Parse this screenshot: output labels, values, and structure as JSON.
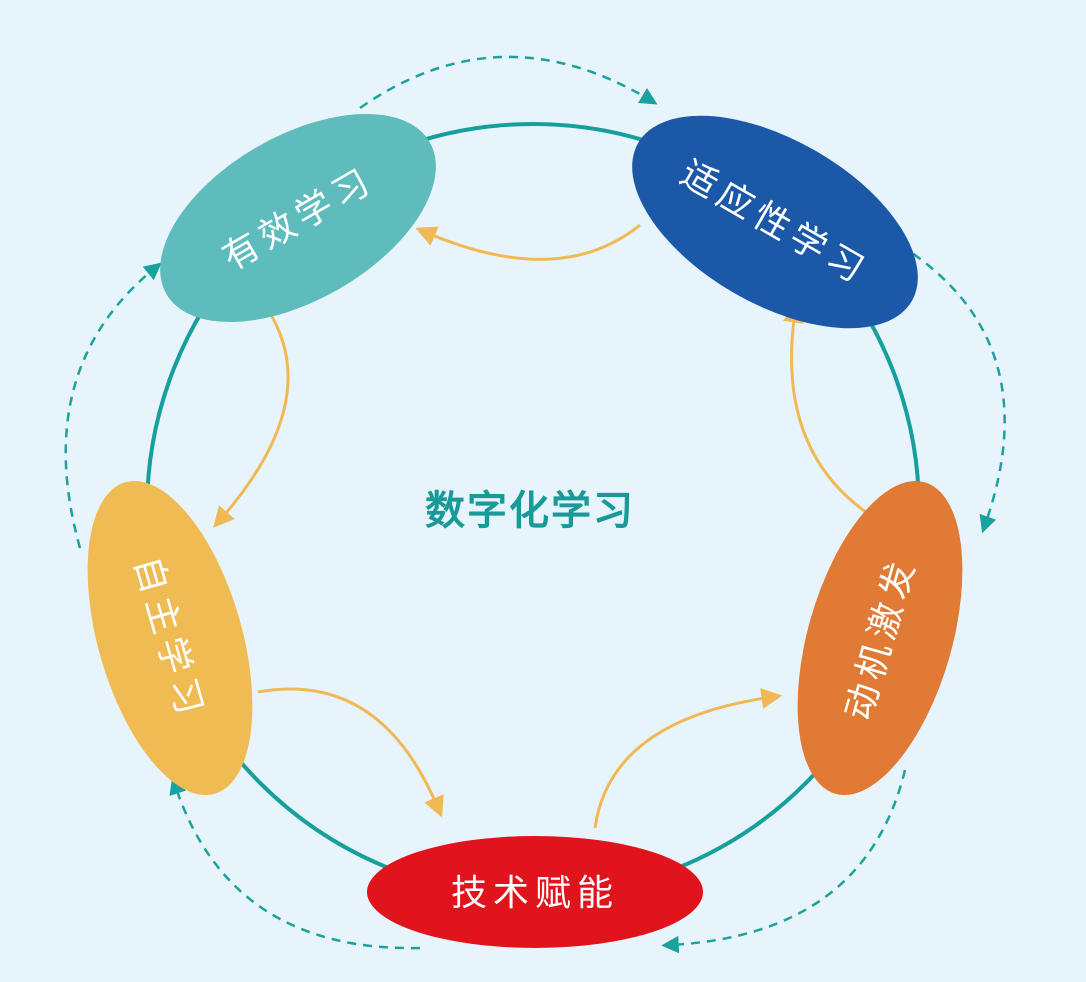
{
  "title": "数字化学习",
  "nodes": [
    {
      "label": "有效学习",
      "color": "#5ebcbc"
    },
    {
      "label": "适应性学习",
      "color": "#1b59a8"
    },
    {
      "label": "动机激发",
      "color": "#e07a35"
    },
    {
      "label": "技术赋能",
      "color": "#e1141d"
    },
    {
      "label": "自主学习",
      "color": "#efbb52"
    }
  ],
  "colors": {
    "ring": "#169f9c",
    "inner_arrow": "#f0b955",
    "outer_arrow": "#1aa39e",
    "title": "#179a98",
    "background": "#e8f4fc"
  }
}
